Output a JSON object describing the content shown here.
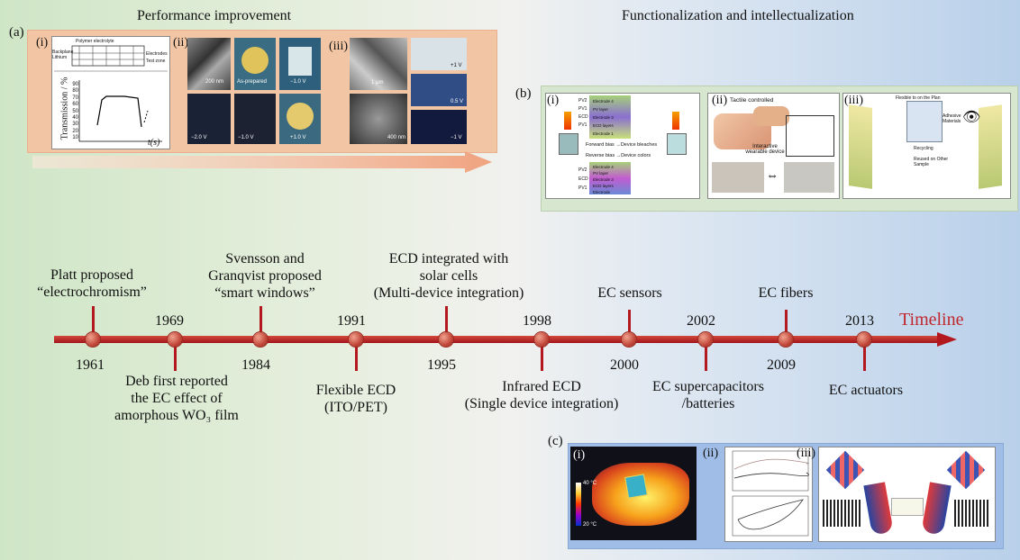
{
  "headers": {
    "left": "Performance improvement",
    "right": "Functionalization and intellectualization"
  },
  "panels": {
    "a": "(a)",
    "b": "(b)",
    "c": "(c)",
    "i": "(i)",
    "ii": "(ii)",
    "iii": "(iii)"
  },
  "panel_a": {
    "plot_y": "Transmission / %",
    "plot_x": "t(s)",
    "plot_ticks": [
      "90",
      "80",
      "70",
      "60",
      "50",
      "40",
      "30",
      "20",
      "10"
    ],
    "schematic": [
      "Polymer electrolyte",
      "Backplane",
      "Lithium",
      "Electrodes",
      "Test zone"
    ],
    "ii_labels": [
      "200 nm",
      "As-prepared",
      "−1.0 V",
      "−2.0 V",
      "−1.0 V",
      "+1.0 V"
    ],
    "iii_labels": [
      "1 μm",
      "+1 V",
      "0.5 V",
      "400 nm",
      "−1 V"
    ]
  },
  "panel_b": {
    "i_labels": [
      "Forward bias →Device bleaches",
      "Reverse bias →Device colors"
    ],
    "layers_top": [
      "Electrode 4",
      "PV layer",
      "Electrode 3",
      "ECD layers",
      "Electrode 1"
    ],
    "layers_bot": [
      "Electrode 4",
      "PV layer",
      "Electrode 3",
      "ECD layers",
      "Electrode"
    ],
    "side_top": [
      "PV2",
      "PV1",
      "ECD",
      "PV1"
    ],
    "side_bot": [
      "PV2",
      "ECD",
      "PV1"
    ],
    "ii_title": "Tactile controlled",
    "ii_sub": "Interactive wearable device",
    "iii_labels": [
      "Flexible to on the Plan",
      "Adhesive Materials",
      "Recycling",
      "Reused on Other Sample"
    ]
  },
  "timeline": {
    "label": "Timeline",
    "events_above": [
      {
        "lines": [
          "Platt proposed",
          "“electrochromism”"
        ]
      },
      {
        "lines": [
          "Svensson and",
          "Granqvist proposed",
          "“smart windows”"
        ]
      },
      {
        "lines": [
          "ECD integrated with",
          "solar cells",
          "(Multi-device integration)"
        ]
      },
      {
        "lines": [
          "EC sensors"
        ]
      },
      {
        "lines": [
          "EC fibers"
        ]
      }
    ],
    "events_below": [
      {
        "lines": [
          "Deb first reported",
          "the EC effect of",
          "amorphous WO₃ film"
        ]
      },
      {
        "lines": [
          "Flexible ECD",
          "(ITO/PET)"
        ]
      },
      {
        "lines": [
          "Infrared ECD",
          "(Single device integration)"
        ]
      },
      {
        "lines": [
          "EC supercapacitors",
          "/batteries"
        ]
      },
      {
        "lines": [
          "EC actuators"
        ]
      }
    ],
    "years": [
      "1961",
      "1969",
      "1984",
      "1991",
      "1995",
      "1998",
      "2000",
      "2002",
      "2009",
      "2013"
    ]
  },
  "panel_c": {
    "temp_hi": "40 °C",
    "temp_lo": "20 °C"
  }
}
